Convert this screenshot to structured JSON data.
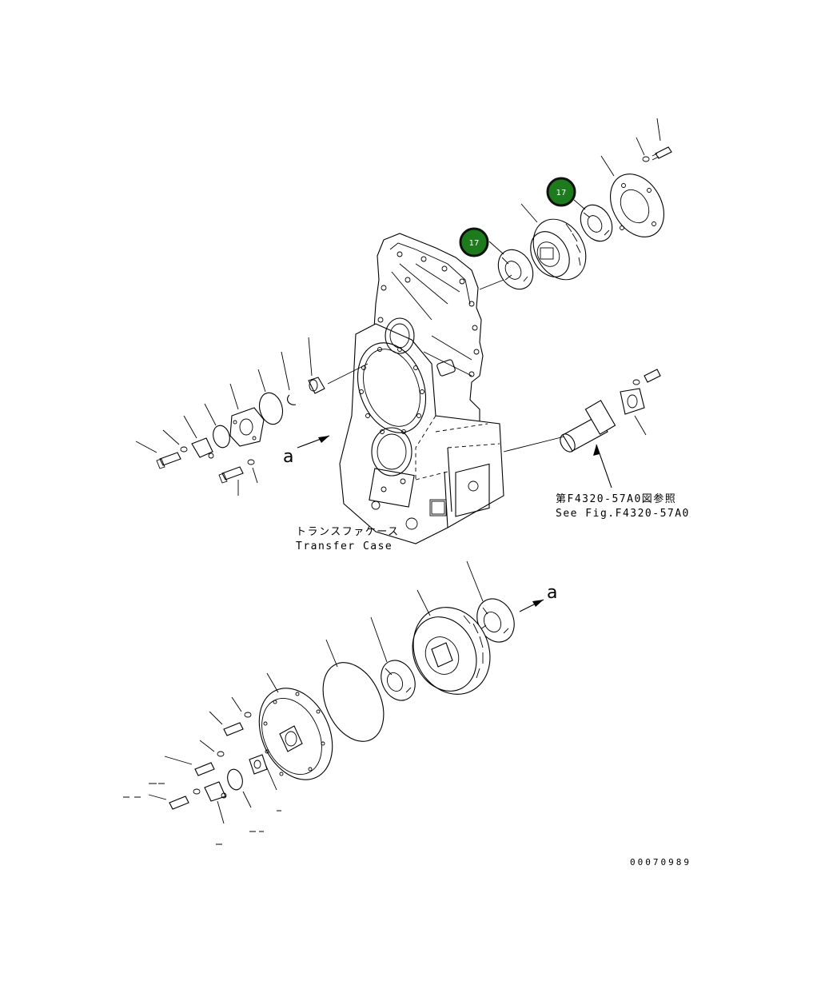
{
  "labels": {
    "transfer_case_jp": "トランスファケース",
    "transfer_case_en": "Transfer Case",
    "see_fig_jp": "第F4320-57A0図参照",
    "see_fig_en": "See Fig.F4320-57A0",
    "arrow_a": "a",
    "drawing_number": "00070989"
  },
  "callouts": [
    {
      "number": "17",
      "color": "#1d7a1d"
    },
    {
      "number": "17",
      "color": "#1d7a1d"
    }
  ]
}
